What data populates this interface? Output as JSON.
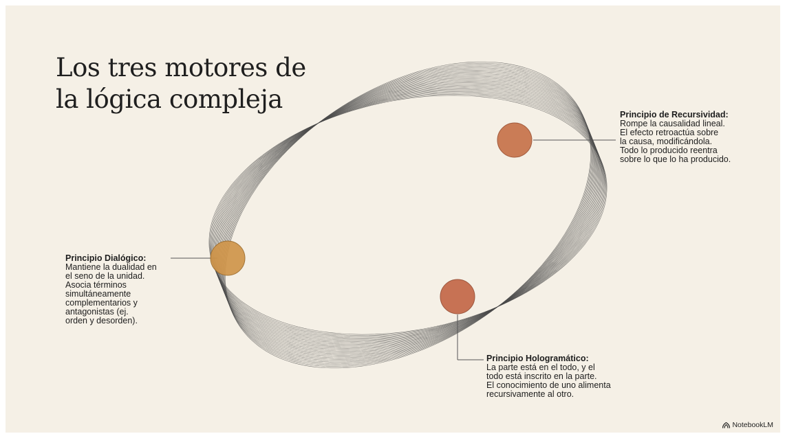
{
  "title": {
    "line1": "Los tres motores de",
    "line2": "la lógica compleja"
  },
  "principles": {
    "recursividad": {
      "heading": "Principio de Recursividad:",
      "lines": [
        "Rompe la causalidad lineal.",
        "El efecto retroactúa sobre",
        "la causa, modificándola.",
        "Todo lo producido reentra",
        "sobre lo que lo ha producido."
      ],
      "color": "#c7734a"
    },
    "dialogico": {
      "heading": "Principio Dialógico:",
      "lines": [
        "Mantiene la dualidad en",
        "el seno de la unidad.",
        "Asocia términos",
        "simultáneamente",
        "complementarios y",
        "antagonistas (ej.",
        "orden y desorden)."
      ],
      "color": "#d0954a"
    },
    "hologramatico": {
      "heading": "Principio Hologramático:",
      "lines": [
        "La parte está en el todo, y el",
        "todo está inscrito en la parte.",
        "El conocimiento de uno alimenta",
        "recursivamente al otro."
      ],
      "color": "#c46848"
    }
  },
  "brand": "NotebookLM"
}
